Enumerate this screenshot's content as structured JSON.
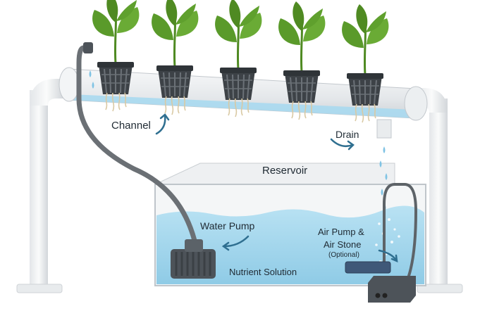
{
  "labels": {
    "channel": "Channel",
    "drain": "Drain",
    "reservoir": "Reservoir",
    "water_pump": "Water Pump",
    "air_pump_line1": "Air Pump &",
    "air_pump_line2": "Air Stone",
    "optional": "(Optional)",
    "nutrient_solution": "Nutrient Solution"
  },
  "colors": {
    "water": "#a9d9ef",
    "leaf": "#5a9a2a",
    "pot": "#3d4247",
    "pipe": "#eef0f1",
    "pump": "#4d5359",
    "tube": "#6b7075"
  }
}
